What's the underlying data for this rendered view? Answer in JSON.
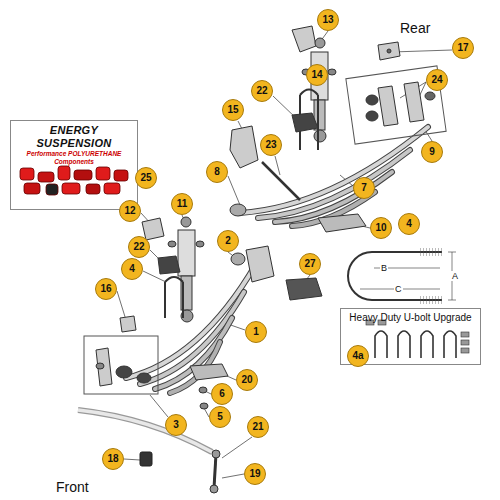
{
  "diagram": {
    "nodes": [
      {
        "text": [
          "13"
        ]
      },
      {
        "text": [
          "17"
        ]
      },
      {
        "text": [
          "14"
        ]
      },
      {
        "text": [
          "24"
        ]
      },
      {
        "text": [
          "22"
        ]
      },
      {
        "text": [
          "15"
        ]
      },
      {
        "text": [
          "23"
        ]
      },
      {
        "text": [
          "9"
        ]
      },
      {
        "text": [
          "ENERGY SUSPENSION",
          "Performance POLYURETHANE Components"
        ]
      },
      {
        "text": [
          "25"
        ]
      },
      {
        "text": [
          "8"
        ]
      },
      {
        "text": [
          "7"
        ]
      },
      {
        "text": [
          "12"
        ]
      },
      {
        "text": [
          "11"
        ]
      },
      {
        "text": [
          "4"
        ]
      },
      {
        "text": [
          "10"
        ]
      },
      {
        "text": [
          "2"
        ]
      },
      {
        "text": [
          "22"
        ]
      },
      {
        "text": [
          "4"
        ]
      },
      {
        "text": [
          "27"
        ]
      },
      {
        "text": [
          "16"
        ]
      },
      {
        "text": [
          "Heavy Duty U-bolt Upgrade"
        ]
      },
      {
        "text": [
          "4a"
        ],
        "in": 21
      },
      {
        "text": [
          "1"
        ]
      },
      {
        "text": [
          "20"
        ]
      },
      {
        "text": [
          "6"
        ]
      },
      {
        "text": [
          "3"
        ]
      },
      {
        "text": [
          "5"
        ]
      },
      {
        "text": [
          "21"
        ]
      },
      {
        "text": [
          "18"
        ]
      },
      {
        "text": [
          "19"
        ]
      }
    ],
    "labels": [
      "Rear",
      "B",
      "A",
      "C",
      "Front"
    ]
  }
}
